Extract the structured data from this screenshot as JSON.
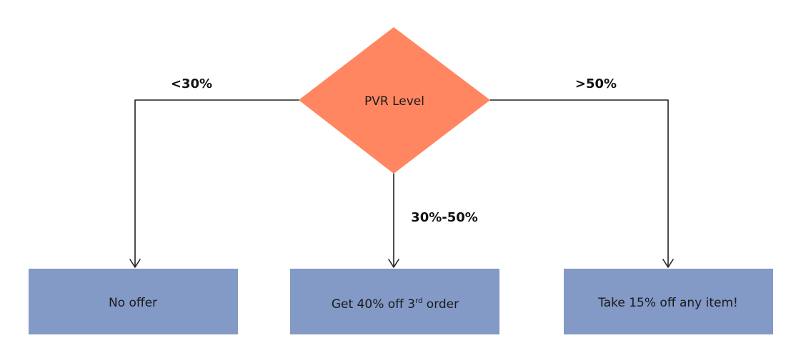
{
  "diagram": {
    "colors": {
      "decision_fill": "#FF8660",
      "outcome_fill": "#8399C6",
      "line": "#222222"
    },
    "decision": {
      "label": "PVR Level"
    },
    "edges": {
      "left_label": "<30%",
      "middle_label": "30%-50%",
      "right_label": ">50%"
    },
    "outcomes": {
      "left": {
        "label": "No offer"
      },
      "middle": {
        "label_prefix": "Get 40% off 3",
        "label_sup": "rd",
        "label_suffix": " order"
      },
      "right": {
        "label": "Take 15% off any item!"
      }
    }
  }
}
